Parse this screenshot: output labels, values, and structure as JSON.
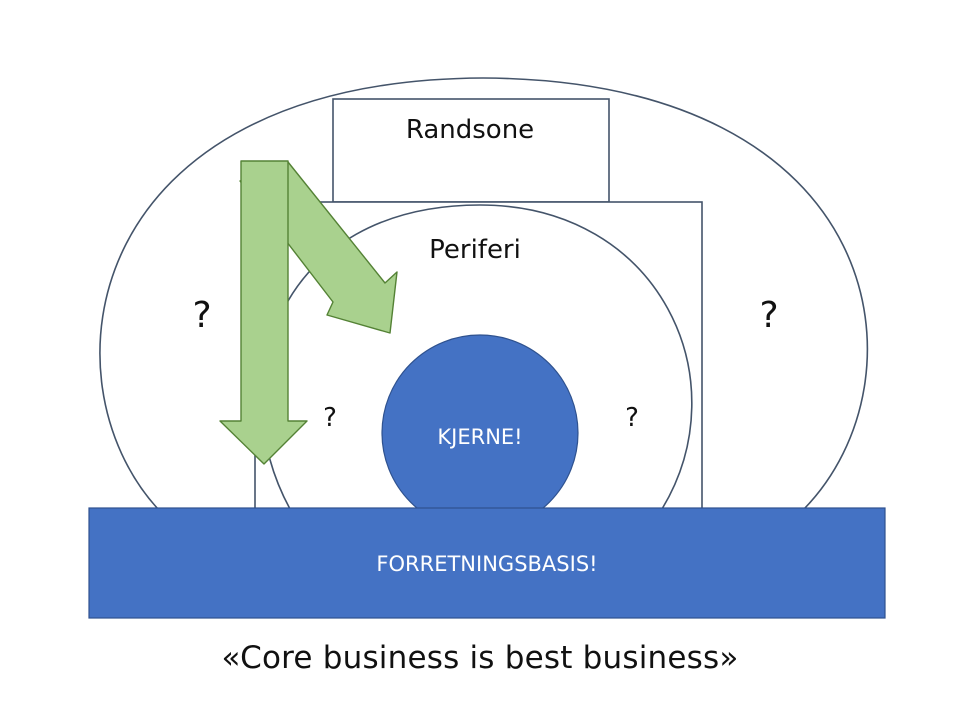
{
  "colors": {
    "primary_blue": "#4472C4",
    "arrow_green": "#A9D18E",
    "outline": "#44546A",
    "text_dark": "#111111",
    "text_light": "#ffffff"
  },
  "labels": {
    "randsone": "Randsone",
    "periferi": "Periferi",
    "kjerne": "KJERNE!",
    "forretningsbasis": "FORRETNINGSBASIS!",
    "q_outer_left": "?",
    "q_outer_right": "?",
    "q_inner_left": "?",
    "q_inner_right": "?"
  },
  "arrows": [
    {
      "name": "vertical-down-arrow",
      "direction": "down"
    },
    {
      "name": "diagonal-down-right-arrow",
      "direction": "down-right"
    }
  ],
  "caption": "«Core business is best business»"
}
